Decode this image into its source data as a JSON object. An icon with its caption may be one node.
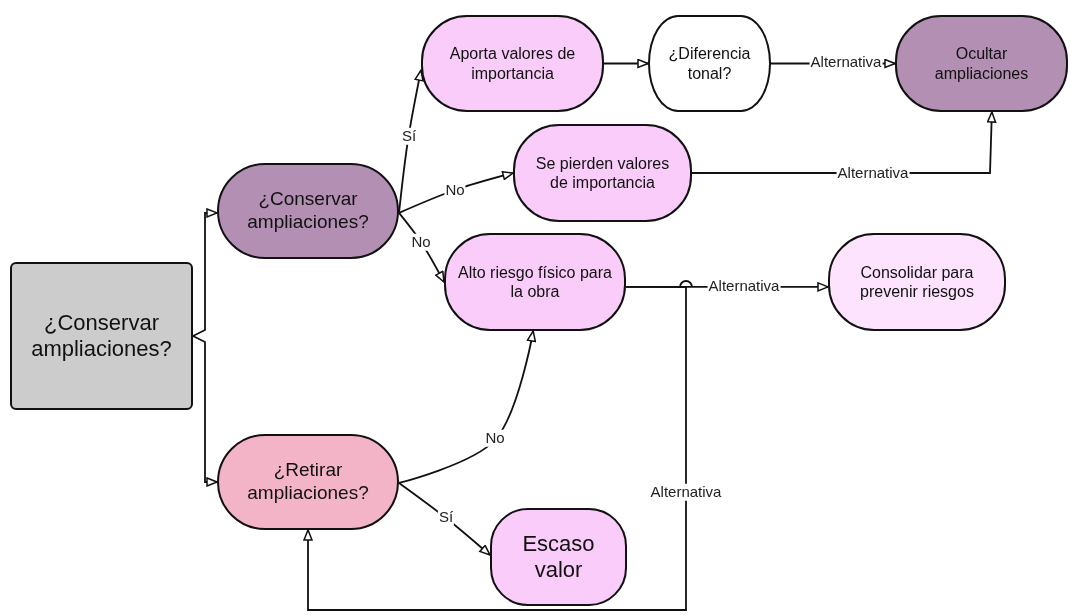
{
  "diagram": {
    "nodes": [
      {
        "text": [
          "¿Conservar ampliaciones?"
        ]
      },
      {
        "text": [
          "¿Conservar ampliaciones?"
        ]
      },
      {
        "text": [
          "¿Retirar ampliaciones?"
        ]
      },
      {
        "text": [
          "Aporta valores de importancia"
        ]
      },
      {
        "text": [
          "¿Diferencia tonal?"
        ]
      },
      {
        "text": [
          "Ocultar ampliaciones"
        ]
      },
      {
        "text": [
          "Se pierden valores de importancia"
        ]
      },
      {
        "text": [
          "Alto riesgo físico para la obra"
        ]
      },
      {
        "text": [
          "Consolidar para prevenir riesgos"
        ]
      },
      {
        "text": [
          "Escaso valor"
        ]
      }
    ],
    "edges": [
      {
        "from": 0,
        "to": 1,
        "arrow": "to"
      },
      {
        "from": 0,
        "to": 2,
        "arrow": "to"
      },
      {
        "from": 1,
        "to": 3,
        "arrow": "to",
        "label": "Sí"
      },
      {
        "from": 1,
        "to": 6,
        "arrow": "to",
        "label": "No"
      },
      {
        "from": 1,
        "to": 7,
        "arrow": "to",
        "label": "No"
      },
      {
        "from": 2,
        "to": 7,
        "arrow": "to",
        "label": "No"
      },
      {
        "from": 2,
        "to": 9,
        "arrow": "to",
        "label": "Sí"
      },
      {
        "from": 3,
        "to": 4,
        "arrow": "to"
      },
      {
        "from": 4,
        "to": 5,
        "arrow": "to",
        "label": "Alternativa"
      },
      {
        "from": 6,
        "to": 5,
        "arrow": "to",
        "label": "Alternativa"
      },
      {
        "from": 7,
        "to": 8,
        "arrow": "to",
        "label": "Alternativa"
      },
      {
        "from": 7,
        "to": 2,
        "arrow": "to",
        "label": "Alternativa"
      }
    ]
  }
}
